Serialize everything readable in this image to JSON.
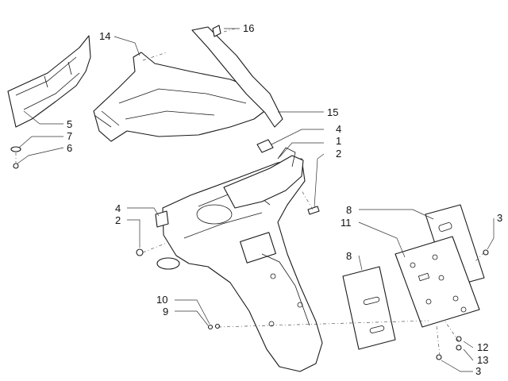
{
  "diagram": {
    "callouts": [
      "1",
      "2",
      "2",
      "3",
      "3",
      "4",
      "4",
      "5",
      "6",
      "7",
      "8",
      "8",
      "9",
      "10",
      "11",
      "12",
      "13",
      "14",
      "15",
      "16"
    ]
  }
}
